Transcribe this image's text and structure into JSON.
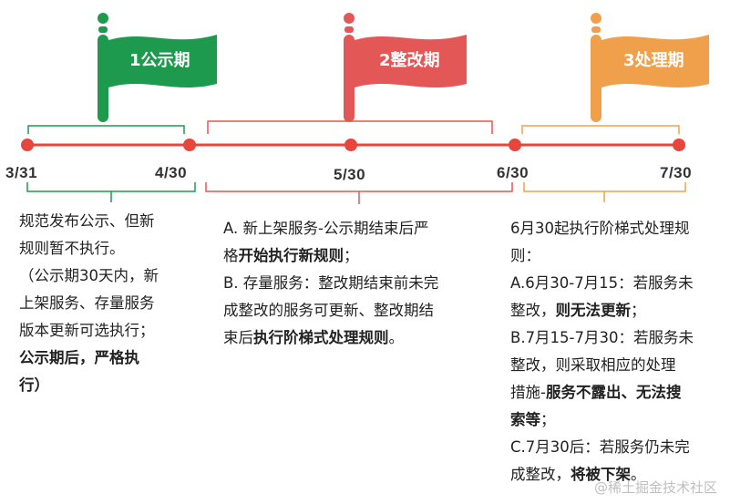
{
  "colors": {
    "green": "#1e9a4e",
    "red": "#e45757",
    "orange": "#f0a04b",
    "timeline": "#e8453c"
  },
  "phases": [
    {
      "flag": "1公示期",
      "color": "#1e9a4e"
    },
    {
      "flag": "2整改期",
      "color": "#e45757"
    },
    {
      "flag": "3处理期",
      "color": "#f0a04b"
    }
  ],
  "dates": [
    "3/31",
    "4/30",
    "5/30",
    "6/30",
    "7/30"
  ],
  "phase1_text": {
    "l1": "规范发布公示、但新",
    "l2": "规则暂不执行。",
    "l3": "（公示期30天内，新",
    "l4": "上架服务、存量服务",
    "l5": "版本更新可选执行；",
    "l6": "公示期后，严格执",
    "l7": "行）"
  },
  "phase2_text": {
    "a1": "A. 新上架服务-公示期结束后严",
    "a2_pre": "格",
    "a2_bold": "开始执行新规则",
    "a2_post": "；",
    "b1": "B. 存量服务：整改期结束前未完",
    "b2": "成整改的服务可更新、整改期结",
    "b3_pre": "束后",
    "b3_bold": "执行阶梯式处理规则",
    "b3_post": "。"
  },
  "phase3_text": {
    "i1": "6月30起执行阶梯式处理规",
    "i2": "则：",
    "a1": "A.6月30-7月15：若服务未",
    "a2_pre": "整改，",
    "a2_bold": "则无法更新",
    "a2_post": "；",
    "b1": "B.7月15-7月30：若服务未",
    "b2": "整改，则采取相应的处理",
    "b3_pre": "措施-",
    "b3_bold": "服务不露出、无法搜",
    "b4_bold": "索等",
    "b4_post": "；",
    "c1": "C.7月30后：若服务仍未完",
    "c2_pre": "成整改，",
    "c2_bold": "将被下架",
    "c2_post": "。"
  },
  "watermark": "@稀土掘金技术社区"
}
